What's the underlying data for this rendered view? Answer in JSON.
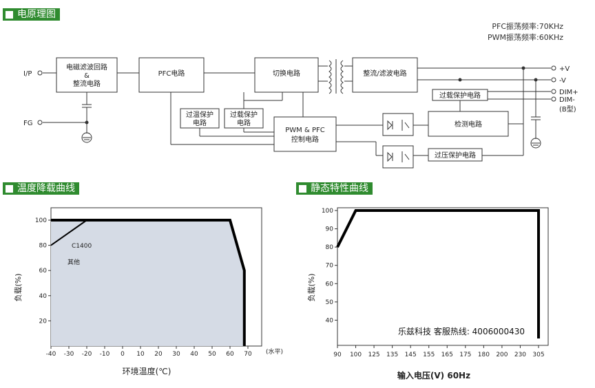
{
  "sections": {
    "schematic": "电原理图",
    "derating": "温度降载曲线",
    "static": "静态特性曲线"
  },
  "freq": {
    "pfc": "PFC振荡频率:70KHz",
    "pwm": "PWM振荡频率:60KHz"
  },
  "blocks": {
    "emi": [
      "电磁滤波回路",
      "&",
      "整流电路"
    ],
    "pfc": "PFC电路",
    "switch": "切换电路",
    "rectifier": "整流/滤波电路",
    "olp": "过载保护电路",
    "otp": [
      "过温保护",
      "电路"
    ],
    "ovp_in": [
      "过载保护",
      "电路"
    ],
    "control": [
      "PWM & PFC",
      "控制电路"
    ],
    "detect": "检测电路",
    "ovp": "过压保护电路"
  },
  "terminals": {
    "ip": "I/P",
    "fg": "FG",
    "vplus": "+V",
    "vminus": "-V",
    "dimp": "DIM+",
    "dimn": "DIM-",
    "btype": "(B型)"
  },
  "colors": {
    "header_bg": "#2f8b2f",
    "fill": "#d5dbe5",
    "curve": "#000000"
  },
  "chart_data": [
    {
      "type": "line",
      "title": "",
      "xlabel": "环境温度(℃)",
      "xunit": "(水平)",
      "ylabel": "负载(%)",
      "x_ticks": [
        -40,
        -30,
        -20,
        -10,
        0,
        10,
        20,
        30,
        40,
        50,
        60,
        70
      ],
      "y_ticks": [
        20,
        40,
        60,
        80,
        100
      ],
      "xlim": [
        -40,
        70
      ],
      "ylim": [
        0,
        100
      ],
      "series": [
        {
          "name": "",
          "x": [
            -40,
            -20,
            60,
            68,
            68
          ],
          "y": [
            100,
            100,
            100,
            60,
            0
          ]
        },
        {
          "name": "",
          "x": [
            -40,
            -20
          ],
          "y": [
            80,
            100
          ]
        }
      ],
      "annotations": [
        "C1400",
        "其他"
      ]
    },
    {
      "type": "line",
      "title": "",
      "xlabel": "输入电压(V) 60Hz",
      "ylabel": "负载(%)",
      "x_ticks": [
        90,
        100,
        125,
        135,
        145,
        155,
        165,
        175,
        180,
        200,
        230,
        305
      ],
      "y_ticks": [
        40,
        50,
        60,
        70,
        80,
        90,
        100
      ],
      "ylim": [
        30,
        100
      ],
      "series": [
        {
          "name": "",
          "x": [
            90,
            100,
            305,
            305
          ],
          "y": [
            80,
            100,
            100,
            30
          ]
        }
      ],
      "annotation": "乐兹科技 客服热线: 4006000430"
    }
  ]
}
